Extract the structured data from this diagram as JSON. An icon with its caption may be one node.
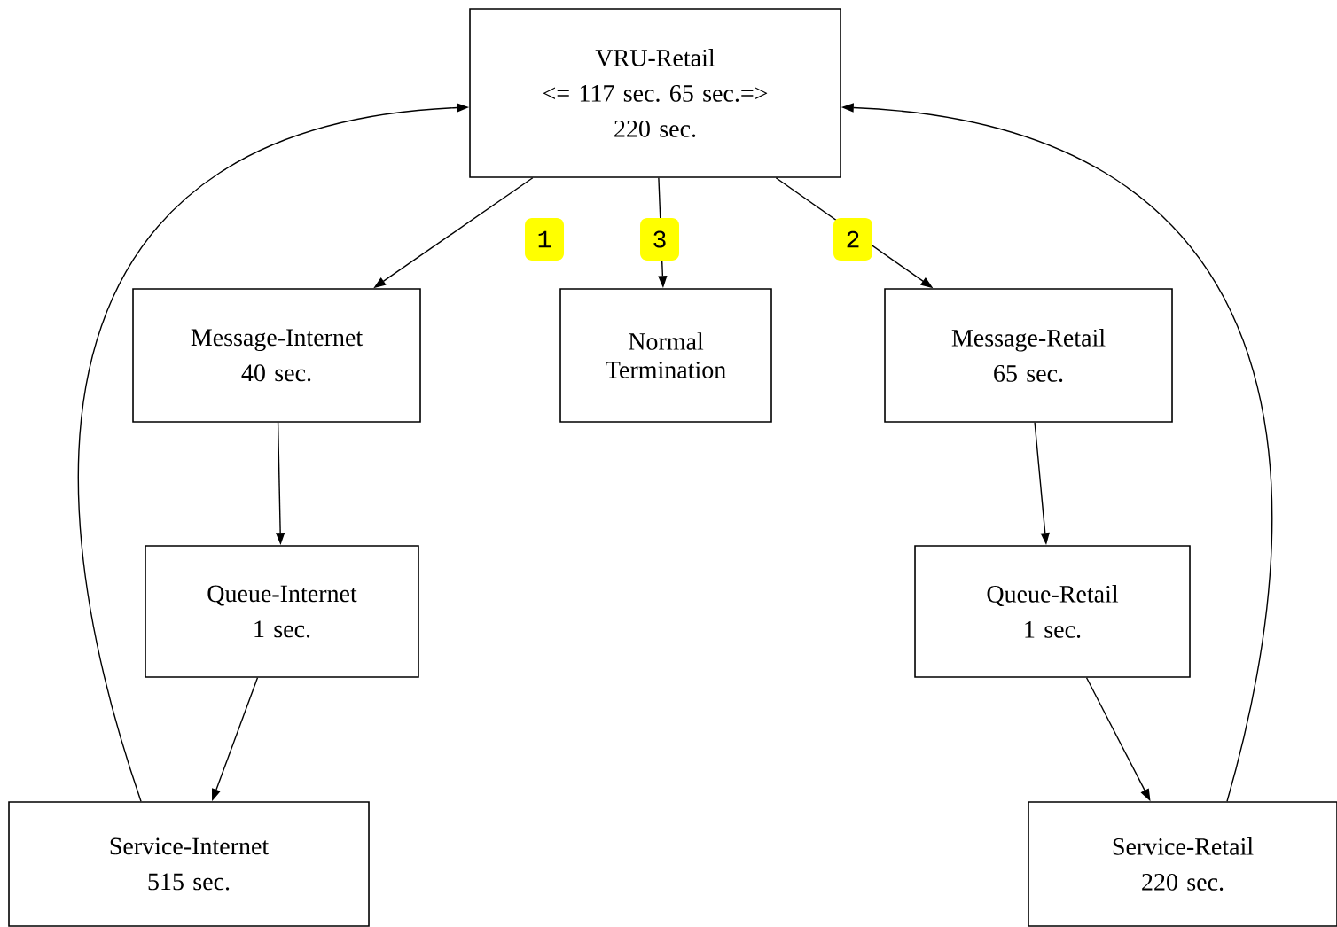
{
  "diagram": {
    "nodes": [
      {
        "text": [
          "VRU-Retail",
          "<= 117 sec. 65 sec.=>",
          "220 sec."
        ]
      },
      {
        "text": [
          "Message-Internet",
          "40 sec."
        ]
      },
      {
        "text": [
          "Normal Termination"
        ]
      },
      {
        "text": [
          "Message-Retail",
          "65 sec."
        ]
      },
      {
        "text": [
          "Queue-Internet",
          "1 sec."
        ]
      },
      {
        "text": [
          "Queue-Retail",
          "1 sec."
        ]
      },
      {
        "text": [
          "Service-Internet",
          "515 sec."
        ]
      },
      {
        "text": [
          "Service-Retail",
          "220 sec."
        ]
      }
    ],
    "edges": [
      {
        "from": 0,
        "to": 1,
        "arrow": "to",
        "label": "1"
      },
      {
        "from": 0,
        "to": 2,
        "arrow": "to",
        "label": "3"
      },
      {
        "from": 0,
        "to": 3,
        "arrow": "to",
        "label": "2"
      },
      {
        "from": 1,
        "to": 4,
        "arrow": "to"
      },
      {
        "from": 4,
        "to": 6,
        "arrow": "to"
      },
      {
        "from": 6,
        "to": 0,
        "arrow": "to"
      },
      {
        "from": 3,
        "to": 5,
        "arrow": "to"
      },
      {
        "from": 5,
        "to": 7,
        "arrow": "to"
      },
      {
        "from": 7,
        "to": 0,
        "arrow": "to"
      }
    ]
  }
}
